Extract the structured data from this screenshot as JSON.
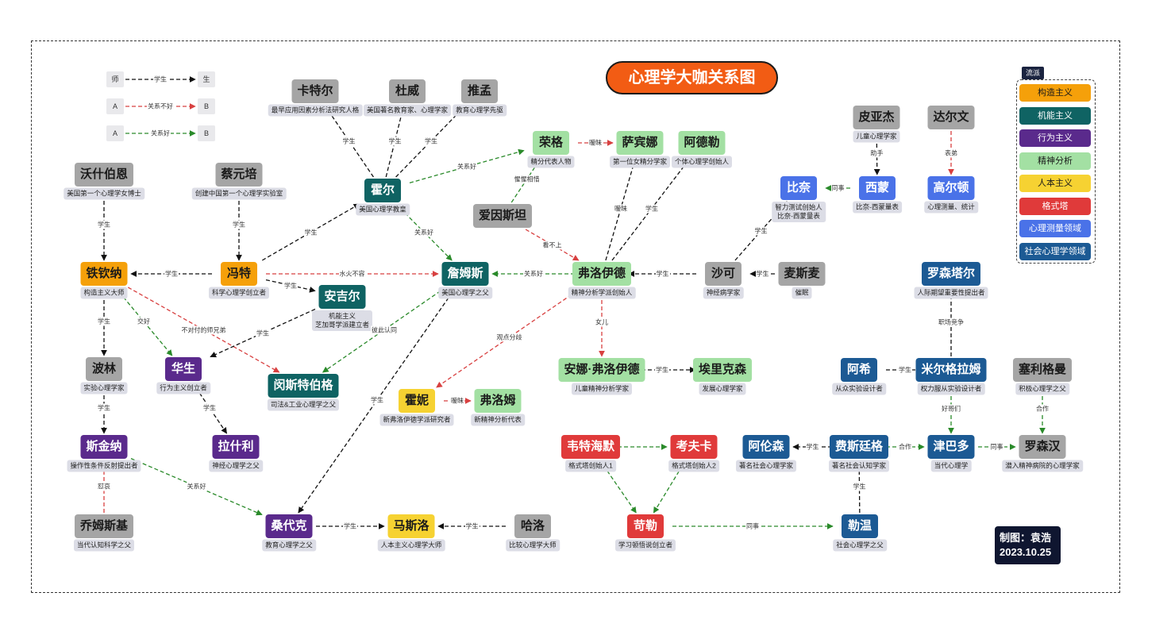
{
  "title": "心理学大咖关系图",
  "colors": {
    "structuralism": "#f5a00a",
    "functionalism": "#0f6363",
    "behaviorism": "#5a2a8c",
    "psychoanalysis": "#a3e0a3",
    "humanism": "#f6d232",
    "gestalt": "#e03a3a",
    "psychometrics": "#4a72e8",
    "social": "#1c5a94",
    "neutral": "#a5a5a5",
    "good_relation_edge": "#2a8a2a",
    "bad_relation_edge": "#d84040",
    "student_edge": "#111111"
  },
  "key": [
    {
      "from": "师",
      "label": "学生",
      "to": "生",
      "style": "student"
    },
    {
      "from": "A",
      "label": "关系不好",
      "to": "B",
      "style": "bad"
    },
    {
      "from": "A",
      "label": "关系好",
      "to": "B",
      "style": "good"
    }
  ],
  "legend": {
    "title": "流派",
    "items": [
      {
        "label": "构造主义",
        "cat": "structuralism"
      },
      {
        "label": "机能主义",
        "cat": "functionalism"
      },
      {
        "label": "行为主义",
        "cat": "behaviorism"
      },
      {
        "label": "精神分析",
        "cat": "psychoanalysis"
      },
      {
        "label": "人本主义",
        "cat": "humanism"
      },
      {
        "label": "格式塔",
        "cat": "gestalt"
      },
      {
        "label": "心理测量领域",
        "cat": "psychometrics"
      },
      {
        "label": "社会心理学领域",
        "cat": "social"
      }
    ]
  },
  "credit": {
    "line1": "制图：袁浩",
    "line2": "2023.10.25"
  },
  "nodes": [
    {
      "id": "katel",
      "name": "卡特尔",
      "cat": "neutral",
      "caption": "最早应用因素分析法研究人格"
    },
    {
      "id": "duwei",
      "name": "杜威",
      "cat": "neutral",
      "caption": "美国著名教育家、心理学家"
    },
    {
      "id": "tuimeng",
      "name": "推孟",
      "cat": "neutral",
      "caption": "教育心理学先驱"
    },
    {
      "id": "woquan",
      "name": "沃什伯恩",
      "cat": "neutral",
      "caption": "美国第一个心理学女博士"
    },
    {
      "id": "caiyuanpei",
      "name": "蔡元培",
      "cat": "neutral",
      "caption": "创建中国第一个心理学实验室"
    },
    {
      "id": "haoer",
      "name": "霍尔",
      "cat": "functionalism",
      "caption": "美国心理学教皇"
    },
    {
      "id": "rongge",
      "name": "荣格",
      "cat": "psychoanalysis",
      "caption": "精分代表人物"
    },
    {
      "id": "sabina",
      "name": "萨宾娜",
      "cat": "psychoanalysis",
      "caption": "第一位女精分学家"
    },
    {
      "id": "adele",
      "name": "阿德勒",
      "cat": "psychoanalysis",
      "caption": "个体心理学创始人"
    },
    {
      "id": "aiyinsitan",
      "name": "爱因斯坦",
      "cat": "neutral",
      "caption": ""
    },
    {
      "id": "piyajie",
      "name": "皮亚杰",
      "cat": "neutral",
      "caption": "儿童心理学家"
    },
    {
      "id": "daerwen",
      "name": "达尔文",
      "cat": "neutral",
      "caption": ""
    },
    {
      "id": "binai",
      "name": "比奈",
      "cat": "psychometrics",
      "caption": "智力测试创始人\n比奈-西蒙量表"
    },
    {
      "id": "ximeng",
      "name": "西蒙",
      "cat": "psychometrics",
      "caption": "比奈-西蒙量表"
    },
    {
      "id": "gaoerdun",
      "name": "高尔顿",
      "cat": "psychometrics",
      "caption": "心理测量、统计"
    },
    {
      "id": "tieqinna",
      "name": "铁钦纳",
      "cat": "structuralism",
      "caption": "构造主义大师"
    },
    {
      "id": "fengte",
      "name": "冯特",
      "cat": "structuralism",
      "caption": "科学心理学创立者"
    },
    {
      "id": "zhanmusi",
      "name": "詹姆斯",
      "cat": "functionalism",
      "caption": "美国心理学之父"
    },
    {
      "id": "fuluoyide",
      "name": "弗洛伊德",
      "cat": "psychoanalysis",
      "caption": "精神分析学派创始人"
    },
    {
      "id": "shake",
      "name": "沙可",
      "cat": "neutral",
      "caption": "神经病学家"
    },
    {
      "id": "maisimai",
      "name": "麦斯麦",
      "cat": "neutral",
      "caption": "催眠"
    },
    {
      "id": "luosentaer",
      "name": "罗森塔尔",
      "cat": "social",
      "caption": "人际期望重要性提出者"
    },
    {
      "id": "anjier",
      "name": "安吉尔",
      "cat": "functionalism",
      "caption": "机能主义\n芝加哥学派建立者"
    },
    {
      "id": "bolin",
      "name": "波林",
      "cat": "neutral",
      "caption": "实验心理学家"
    },
    {
      "id": "huasheng",
      "name": "华生",
      "cat": "behaviorism",
      "caption": "行为主义创立者"
    },
    {
      "id": "mingsite",
      "name": "闵斯特伯格",
      "cat": "functionalism",
      "caption": "司法&工业心理学之父"
    },
    {
      "id": "anna",
      "name": "安娜·弗洛伊德",
      "cat": "psychoanalysis",
      "caption": "儿童精神分析学家"
    },
    {
      "id": "ailike",
      "name": "埃里克森",
      "cat": "psychoanalysis",
      "caption": "发展心理学家"
    },
    {
      "id": "axi",
      "name": "阿希",
      "cat": "social",
      "caption": "从众实验设计者"
    },
    {
      "id": "mierge",
      "name": "米尔格拉姆",
      "cat": "social",
      "caption": "权力服从实验设计者"
    },
    {
      "id": "sailige",
      "name": "塞利格曼",
      "cat": "neutral",
      "caption": "积极心理学之父"
    },
    {
      "id": "huoni",
      "name": "霍妮",
      "cat": "humanism",
      "caption": "新弗洛伊德学派研究者"
    },
    {
      "id": "fuluomu",
      "name": "弗洛姆",
      "cat": "psychoanalysis",
      "caption": "新精神分析代表"
    },
    {
      "id": "sijinna",
      "name": "斯金纳",
      "cat": "behaviorism",
      "caption": "操作性条件反射提出者"
    },
    {
      "id": "lashili",
      "name": "拉什利",
      "cat": "behaviorism",
      "caption": "神经心理学之父"
    },
    {
      "id": "weitehaimo",
      "name": "韦特海默",
      "cat": "gestalt",
      "caption": "格式塔创始人1"
    },
    {
      "id": "kaofuka",
      "name": "考夫卡",
      "cat": "gestalt",
      "caption": "格式塔创始人2"
    },
    {
      "id": "alunsen",
      "name": "阿伦森",
      "cat": "social",
      "caption": "著名社会心理学家"
    },
    {
      "id": "feisiting",
      "name": "费斯廷格",
      "cat": "social",
      "caption": "著名社会认知学家"
    },
    {
      "id": "jinbaduo",
      "name": "津巴多",
      "cat": "social",
      "caption": "当代心理学"
    },
    {
      "id": "luosenhan",
      "name": "罗森汉",
      "cat": "neutral",
      "caption": "潜入精神病院的心理学家"
    },
    {
      "id": "qiaomusi",
      "name": "乔姆斯基",
      "cat": "neutral",
      "caption": "当代认知科学之父"
    },
    {
      "id": "sangdaike",
      "name": "桑代克",
      "cat": "behaviorism",
      "caption": "教育心理学之父"
    },
    {
      "id": "masiluo",
      "name": "马斯洛",
      "cat": "humanism",
      "caption": "人本主义心理学大师"
    },
    {
      "id": "haluo",
      "name": "哈洛",
      "cat": "neutral",
      "caption": "比较心理学大师"
    },
    {
      "id": "kele",
      "name": "苛勒",
      "cat": "gestalt",
      "caption": "学习顿悟说创立者"
    },
    {
      "id": "lewen",
      "name": "勒温",
      "cat": "social",
      "caption": "社会心理学之父"
    }
  ],
  "edges": [
    {
      "from": "haoer",
      "to": "katel",
      "style": "student",
      "label": "学生"
    },
    {
      "from": "haoer",
      "to": "duwei",
      "style": "student",
      "label": "学生"
    },
    {
      "from": "haoer",
      "to": "tuimeng",
      "style": "student",
      "label": "学生"
    },
    {
      "from": "haoer",
      "to": "rongge",
      "style": "good",
      "label": "关系好"
    },
    {
      "from": "fengte",
      "to": "haoer",
      "style": "student",
      "label": "学生"
    },
    {
      "from": "haoer",
      "to": "zhanmusi",
      "style": "good",
      "label": "关系好"
    },
    {
      "from": "rongge",
      "to": "sabina",
      "style": "bad",
      "label": "暧昧"
    },
    {
      "from": "aiyinsitan",
      "to": "rongge",
      "style": "good",
      "label": "惺惺相惜"
    },
    {
      "from": "woquan",
      "to": "tieqinna",
      "style": "student",
      "label": "学生"
    },
    {
      "from": "caiyuanpei",
      "to": "fengte",
      "style": "student",
      "label": "学生"
    },
    {
      "from": "fengte",
      "to": "tieqinna",
      "style": "student",
      "label": "学生"
    },
    {
      "from": "fengte",
      "to": "zhanmusi",
      "style": "bad",
      "label": "水火不容"
    },
    {
      "from": "fengte",
      "to": "anjier",
      "style": "student",
      "label": "学生"
    },
    {
      "from": "aiyinsitan",
      "to": "fuluoyide",
      "style": "bad",
      "label": "看不上"
    },
    {
      "from": "fuluoyide",
      "to": "sabina",
      "style": "student",
      "label": "暧昧"
    },
    {
      "from": "fuluoyide",
      "to": "adele",
      "style": "student",
      "label": "学生"
    },
    {
      "from": "fuluoyide",
      "to": "zhanmusi",
      "style": "good",
      "label": "关系好"
    },
    {
      "from": "shake",
      "to": "fuluoyide",
      "style": "student",
      "label": "学生"
    },
    {
      "from": "maisimai",
      "to": "shake",
      "style": "student",
      "label": "学生"
    },
    {
      "from": "shake",
      "to": "binai",
      "style": "student",
      "label": "学生"
    },
    {
      "from": "ximeng",
      "to": "binai",
      "style": "good",
      "label": "同事"
    },
    {
      "from": "piyajie",
      "to": "ximeng",
      "style": "student",
      "label": "助手"
    },
    {
      "from": "daerwen",
      "to": "gaoerdun",
      "style": "bad",
      "label": "表弟"
    },
    {
      "from": "tieqinna",
      "to": "bolin",
      "style": "student",
      "label": "学生"
    },
    {
      "from": "tieqinna",
      "to": "huasheng",
      "style": "good",
      "label": "交好"
    },
    {
      "from": "tieqinna",
      "to": "mingsite",
      "style": "bad",
      "label": "不对付的师兄弟"
    },
    {
      "from": "anjier",
      "to": "huasheng",
      "style": "student",
      "label": "学生"
    },
    {
      "from": "zhanmusi",
      "to": "mingsite",
      "style": "good",
      "label": "彼此认同"
    },
    {
      "from": "zhanmusi",
      "to": "sangdaike",
      "style": "student",
      "label": "学生"
    },
    {
      "from": "fuluoyide",
      "to": "huoni",
      "style": "bad",
      "label": "观点分歧"
    },
    {
      "from": "fuluoyide",
      "to": "anna",
      "style": "bad",
      "label": "女儿"
    },
    {
      "from": "anna",
      "to": "ailike",
      "style": "student",
      "label": "学生"
    },
    {
      "from": "mierge",
      "to": "luosentaer",
      "style": "student",
      "label": "职场竞争"
    },
    {
      "from": "axi",
      "to": "mierge",
      "style": "student",
      "label": "学生"
    },
    {
      "from": "bolin",
      "to": "sijinna",
      "style": "student",
      "label": "学生"
    },
    {
      "from": "huasheng",
      "to": "lashili",
      "style": "student",
      "label": "学生"
    },
    {
      "from": "huoni",
      "to": "fuluomu",
      "style": "bad",
      "label": "暧昧"
    },
    {
      "from": "sijinna",
      "to": "sangdaike",
      "style": "good",
      "label": "关系好"
    },
    {
      "from": "qiaomusi",
      "to": "sijinna",
      "style": "bad",
      "label": "怼哀"
    },
    {
      "from": "sangdaike",
      "to": "masiluo",
      "style": "student",
      "label": "学生"
    },
    {
      "from": "haluo",
      "to": "masiluo",
      "style": "student",
      "label": "学生"
    },
    {
      "from": "weitehaimo",
      "to": "kaofuka",
      "style": "good",
      "label": ""
    },
    {
      "from": "weitehaimo",
      "to": "kele",
      "style": "good",
      "label": ""
    },
    {
      "from": "kaofuka",
      "to": "kele",
      "style": "good",
      "label": ""
    },
    {
      "from": "kele",
      "to": "lewen",
      "style": "good",
      "label": "同事"
    },
    {
      "from": "lewen",
      "to": "feisiting",
      "style": "student",
      "label": "学生"
    },
    {
      "from": "feisiting",
      "to": "alunsen",
      "style": "student",
      "label": "学生"
    },
    {
      "from": "feisiting",
      "to": "jinbaduo",
      "style": "good",
      "label": "合作"
    },
    {
      "from": "mierge",
      "to": "jinbaduo",
      "style": "good",
      "label": "好哥们"
    },
    {
      "from": "jinbaduo",
      "to": "luosenhan",
      "style": "good",
      "label": "同事"
    },
    {
      "from": "sailige",
      "to": "luosenhan",
      "style": "good",
      "label": "合作"
    }
  ]
}
